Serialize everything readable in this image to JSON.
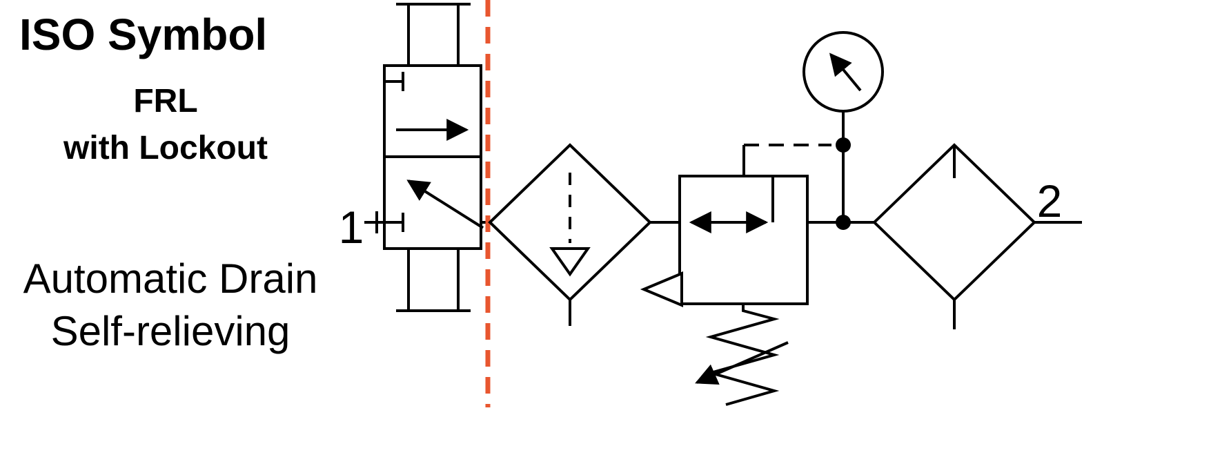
{
  "header": {
    "title": "ISO Symbol",
    "subtitle_line1": "FRL",
    "subtitle_line2": "with Lockout",
    "note_line1": "Automatic Drain",
    "note_line2": "Self-relieving"
  },
  "ports": {
    "inlet": "1",
    "outlet": "2"
  },
  "colors": {
    "line": "#000000",
    "lockout_boundary": "#E8562F",
    "background": "#FFFFFF"
  }
}
